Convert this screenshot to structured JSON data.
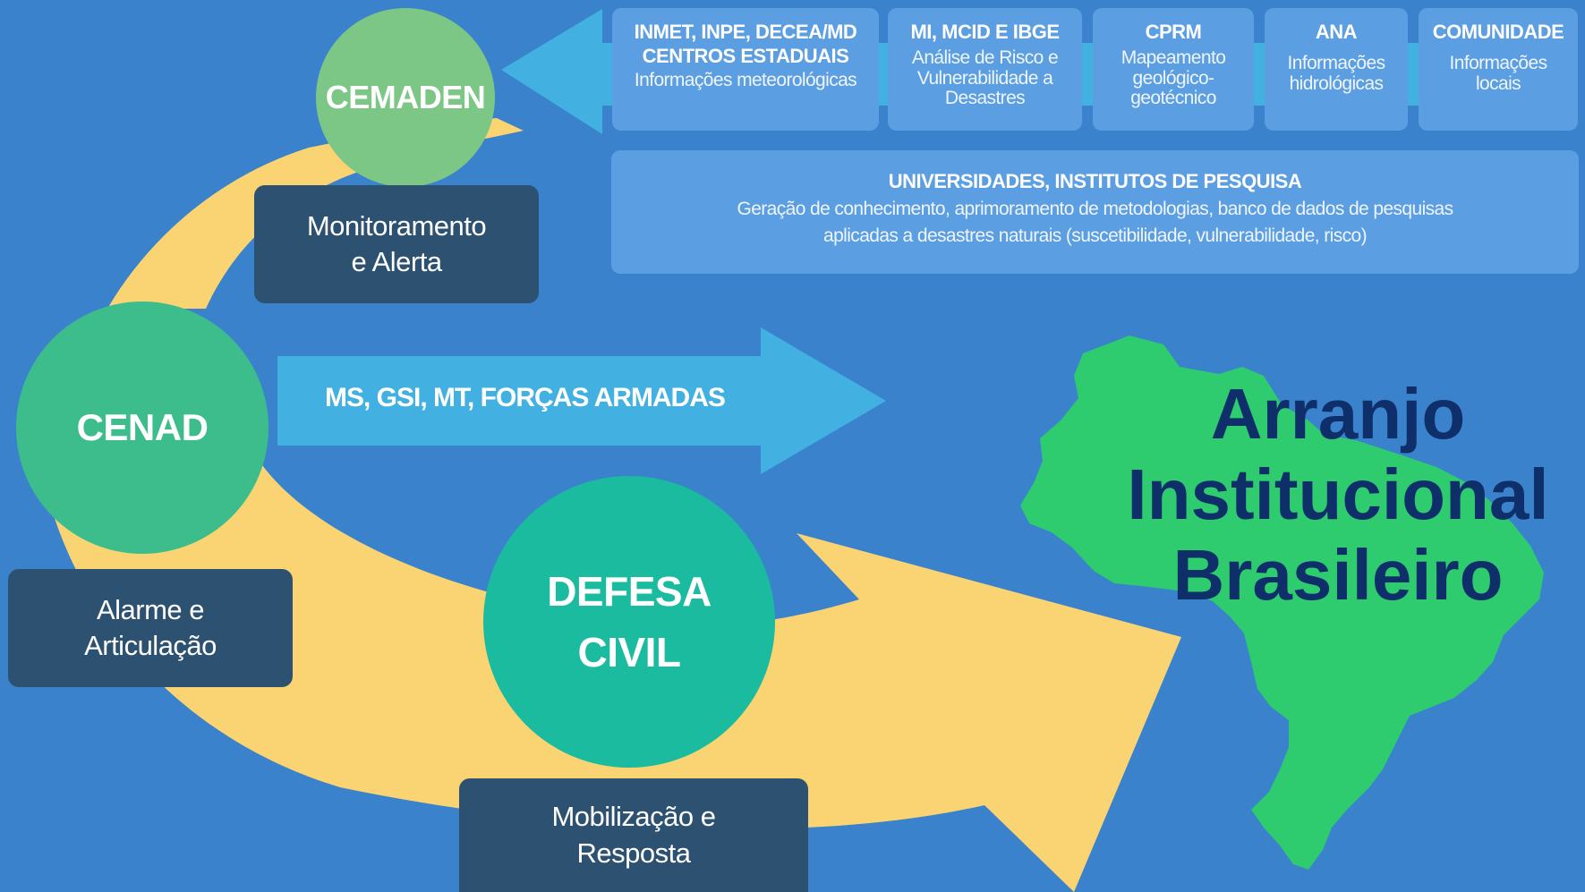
{
  "colors": {
    "background": "#3a82cc",
    "cycle_arrow": "#fad372",
    "flow_arrow": "#42b1e2",
    "card": "#5c9ee2",
    "label_box": "#2c5171",
    "map": "#2ecc6f",
    "title": "#0f2f6a",
    "cemaden": "#7cc785",
    "cenad": "#3dbd8c",
    "defesa_civil": "#1bbba0"
  },
  "nodes": {
    "cemaden": "CEMADEN",
    "cenad": "CENAD",
    "defesa_civil": "DEFESA\nCIVIL"
  },
  "labels": {
    "monitoramento": "Monitoramento\ne Alerta",
    "alarme": "Alarme e\nArticulação",
    "mobilizacao": "Mobilização e\nResposta"
  },
  "flow_arrow_text": "MS, GSI, MT, FORÇAS ARMADAS",
  "cards": [
    {
      "title": "INMET, INPE, DECEA/MD\nCENTROS ESTADUAIS",
      "desc": "Informações meteorológicas"
    },
    {
      "title": "MI, MCID E IBGE",
      "desc": "Análise de Risco e\nVulnerabilidade a\nDesastres"
    },
    {
      "title": "CPRM",
      "desc": "Mapeamento\ngeológico-\ngeotécnico"
    },
    {
      "title": "ANA",
      "desc": "Informações\nhidrológicas"
    },
    {
      "title": "COMUNIDADE",
      "desc": "Informações\nlocais"
    }
  ],
  "research": {
    "title": "UNIVERSIDADES, INSTITUTOS DE PESQUISA",
    "desc": "Geração de conhecimento, aprimoramento de metodologias, banco de dados de pesquisas\naplicadas a desastres naturais (suscetibilidade, vulnerabilidade, risco)"
  },
  "title": "Arranjo\nInstitucional\nBrasileiro"
}
